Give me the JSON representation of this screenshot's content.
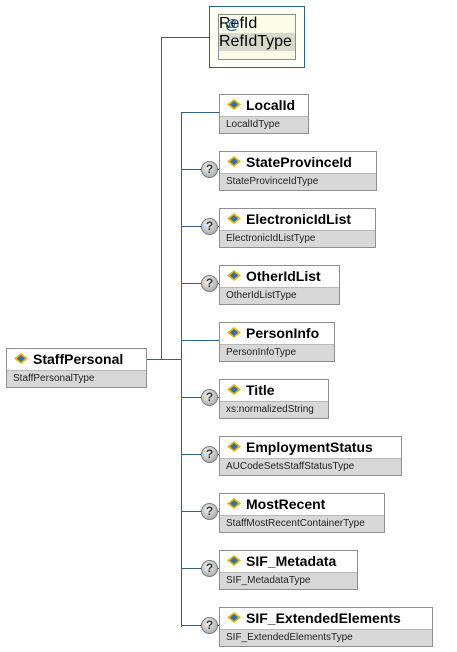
{
  "root": {
    "name": "StaffPersonal",
    "type": "StaffPersonalType"
  },
  "attribute": {
    "symbol": "@",
    "name": "RefId",
    "type": "RefIdType"
  },
  "elements": [
    {
      "name": "LocalId",
      "type": "LocalIdType",
      "optional": false
    },
    {
      "name": "StateProvinceId",
      "type": "StateProvinceIdType",
      "optional": true
    },
    {
      "name": "ElectronicIdList",
      "type": "ElectronicIdListType",
      "optional": true
    },
    {
      "name": "OtherIdList",
      "type": "OtherIdListType",
      "optional": true
    },
    {
      "name": "PersonInfo",
      "type": "PersonInfoType",
      "optional": false
    },
    {
      "name": "Title",
      "type": "xs:normalizedString",
      "optional": true
    },
    {
      "name": "EmploymentStatus",
      "type": "AUCodeSetsStaffStatusType",
      "optional": true
    },
    {
      "name": "MostRecent",
      "type": "StaffMostRecentContainerType",
      "optional": true
    },
    {
      "name": "SIF_Metadata",
      "type": "SIF_MetadataType",
      "optional": true
    },
    {
      "name": "SIF_ExtendedElements",
      "type": "SIF_ExtendedElementsType",
      "optional": true
    }
  ],
  "optional_marker": "?",
  "colors": {
    "connector": "#2f5f8f",
    "type_band": "#d8d8d8",
    "icon_blue": "#2f6fb5",
    "icon_gold": "#e8b400"
  }
}
